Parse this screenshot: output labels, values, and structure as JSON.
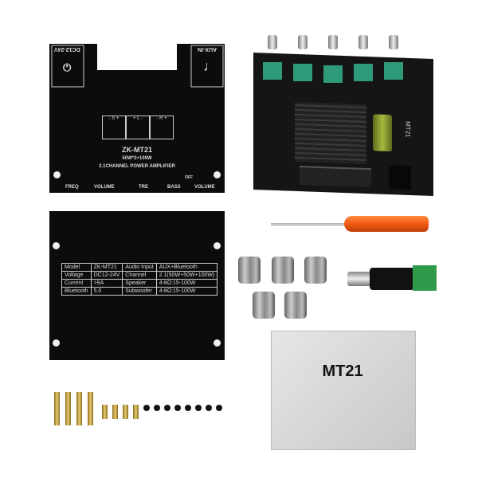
{
  "front_panel": {
    "power_label": "DC12-24V",
    "aux_label": "AUX-IN",
    "speaker_labels": [
      "- S +",
      "+ L -",
      "- R +"
    ],
    "model": "ZK-MT21",
    "power_spec": "50W*2+100W",
    "description": "2.1CHANNEL POWER AMPLIFIER",
    "knob_labels": [
      "FREQ",
      "VOLUME",
      "TRE",
      "BASS",
      "VOLUME"
    ],
    "off_label": "OFF"
  },
  "spec_panel": {
    "rows": [
      [
        "Model",
        "ZK-MT21",
        "Audio Input",
        "AUX+Bluetooth"
      ],
      [
        "Voltage",
        "DC12-24V",
        "Channel",
        "2.1(50W+50W+100W)"
      ],
      [
        "Current",
        ">9A",
        "Speaker",
        "4-8Ω:15-100W"
      ],
      [
        "Bluetooth",
        "5.0",
        "Subwoofer",
        "4-8Ω:15-100W"
      ]
    ]
  },
  "board": {
    "silk_label": "MT21"
  },
  "box": {
    "label": "MT21"
  },
  "colors": {
    "panel": "#0c0c0c",
    "pot_green": "#2e9a7a",
    "screwdriver": "#f25a14",
    "box": "#d8d8d8"
  }
}
